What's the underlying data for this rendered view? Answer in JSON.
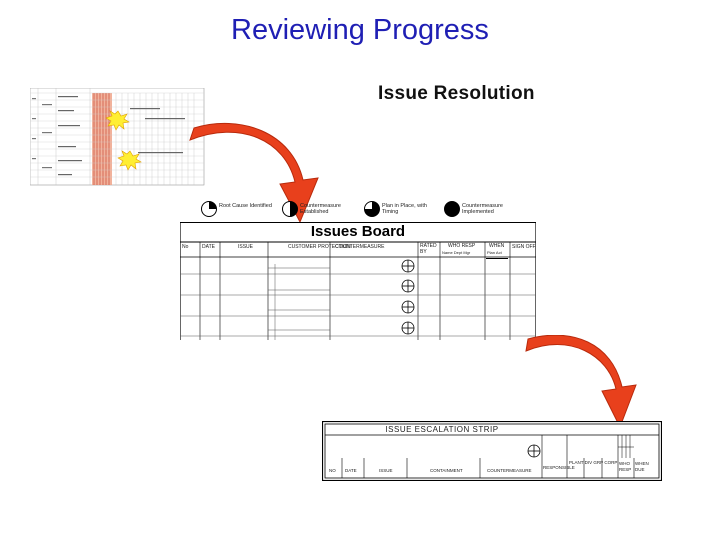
{
  "slide": {
    "title": "Reviewing Progress",
    "subtitle": "Issue Resolution"
  },
  "legend": [
    {
      "label": "Root Cause Identified",
      "quarters": 1
    },
    {
      "label": "Countermeasure Established",
      "quarters": 2
    },
    {
      "label": "Plan in Place, with Timing",
      "quarters": 3
    },
    {
      "label": "Countermeasure Implemented",
      "quarters": 4
    }
  ],
  "issues_board": {
    "title": "Issues Board",
    "columns": [
      "No",
      "DATE",
      "ISSUE",
      "CUSTOMER PROTECTION",
      "COUNTERMEASURE",
      "RATED BY",
      "WHO RESP",
      "WHEN",
      "SIGN OFF"
    ],
    "who_sub": "Name  Dept  Mgr",
    "when_sub": "Plan  Act"
  },
  "escalation_strip": {
    "title": "ISSUE ESCALATION STRIP",
    "columns": [
      "NO",
      "DATE",
      "ISSUE",
      "CONTAINMENT",
      "COUNTERMEASURE",
      "RESPONSIBLE",
      "PLANT  DIV  GRP  CORP",
      "WHO  RESP",
      "WHEN  DUE"
    ]
  },
  "colors": {
    "title": "#1f1fb4",
    "arrow": "#e8401c",
    "arrow_dark": "#b82a0c",
    "highlight": "#f0a58a",
    "burst": "#ffee33"
  }
}
